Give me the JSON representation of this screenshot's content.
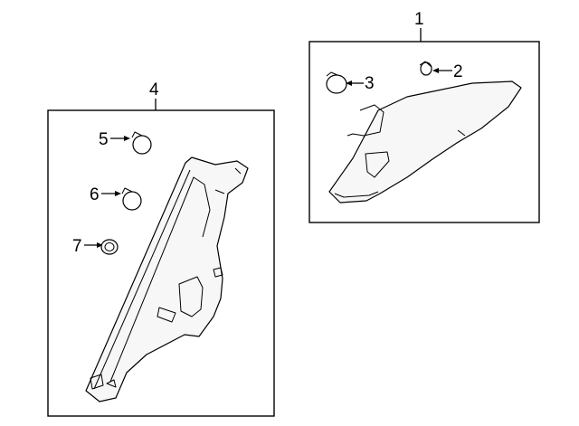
{
  "callouts": {
    "c1": "1",
    "c2": "2",
    "c3": "3",
    "c4": "4",
    "c5": "5",
    "c6": "6",
    "c7": "7"
  },
  "colors": {
    "line": "#000000",
    "background": "#ffffff",
    "part_fill": "#f7f7f7"
  }
}
